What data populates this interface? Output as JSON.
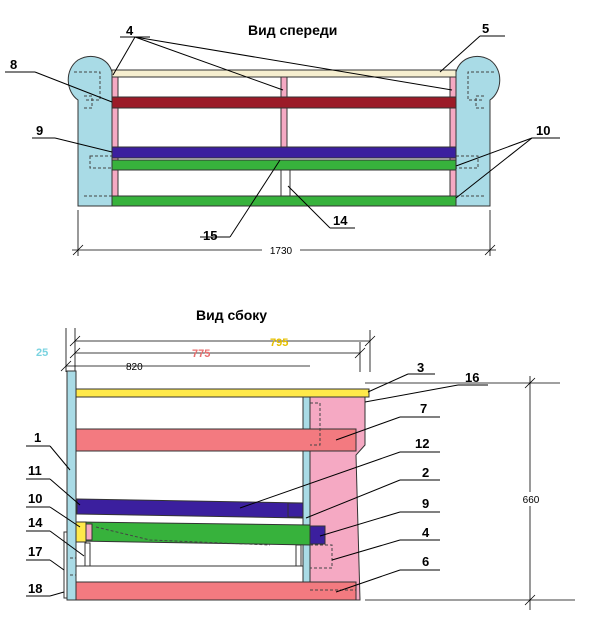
{
  "front": {
    "title": "Вид спереди",
    "labels": {
      "l4": "4",
      "l5": "5",
      "l8": "8",
      "l9": "9",
      "l10": "10",
      "l14": "14",
      "l15": "15"
    },
    "width_dim": "1730"
  },
  "side": {
    "title": "Вид сбоку",
    "labels": {
      "l1": "1",
      "l2": "2",
      "l3": "3",
      "l4": "4",
      "l6": "6",
      "l7": "7",
      "l9": "9",
      "l10": "10",
      "l11": "11",
      "l12": "12",
      "l14": "14",
      "l16": "16",
      "l17": "17",
      "l18": "18"
    },
    "dims": {
      "d25": "25",
      "d775": "775",
      "d795": "795",
      "d820": "820",
      "d660": "660"
    }
  },
  "colors": {
    "blue_light": "#a9dbe6",
    "cream": "#f6efd0",
    "dark_red": "#9b1b28",
    "pink": "#f5a9c3",
    "navy": "#3b1f9e",
    "green": "#37b23c",
    "yellow": "#ffe94a",
    "salmon": "#f37a80",
    "dim_cyan": "#7ad3e0",
    "dim_salmon": "#e86e6e",
    "dim_yellow": "#e6c000"
  }
}
